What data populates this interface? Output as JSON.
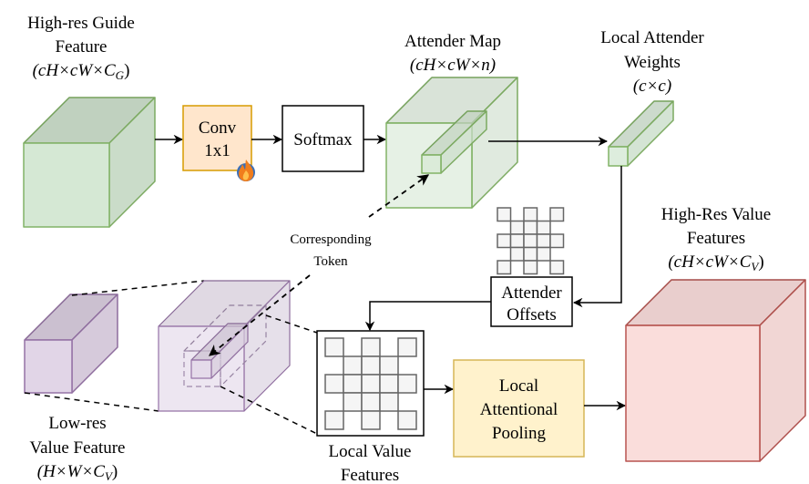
{
  "colors": {
    "green_fill": "#d5e8d4",
    "green_stroke": "#82b366",
    "orange_fill": "#ffe6cc",
    "orange_stroke": "#d79b00",
    "purple_fill": "#e1d5e7",
    "purple_stroke": "#9673a6",
    "yellow_fill": "#fff2cc",
    "yellow_stroke": "#d6b656",
    "red_fill": "#f8cecc",
    "red_stroke": "#b85450",
    "grid_fill": "#f5f5f5",
    "grid_stroke": "#666666"
  },
  "nodes": {
    "guide_feature": {
      "label_lines": [
        "High-res Guide",
        "Feature"
      ],
      "shape": [
        "cH",
        "cW",
        "C_G"
      ]
    },
    "conv": {
      "label_lines": [
        "Conv",
        "1x1"
      ],
      "icon": "flame-icon",
      "trainable": true
    },
    "softmax": {
      "label": "Softmax"
    },
    "attender_map": {
      "label_lines": [
        "Attender Map"
      ],
      "shape": [
        "cH",
        "cW",
        "n"
      ]
    },
    "local_attender_weights": {
      "label_lines": [
        "Local Attender",
        "Weights"
      ],
      "shape": [
        "c",
        "c"
      ]
    },
    "attender_offsets": {
      "label_lines": [
        "Attender",
        "Offsets"
      ]
    },
    "corresponding_token": {
      "label_lines": [
        "Corresponding",
        "Token"
      ]
    },
    "low_res_value": {
      "label_lines": [
        "Low-res",
        "Value Feature"
      ],
      "shape": [
        "H",
        "W",
        "C_V"
      ]
    },
    "local_value_features": {
      "label_lines": [
        "Local Value",
        "Features"
      ]
    },
    "local_attentional_pooling": {
      "label_lines": [
        "Local",
        "Attentional",
        "Pooling"
      ]
    },
    "high_res_value": {
      "label_lines": [
        "High-Res Value",
        "Features"
      ],
      "shape": [
        "cH",
        "cW",
        "C_V"
      ]
    }
  },
  "math_labels": {
    "guide": "(cH×cW×C",
    "guide_sub": "G",
    "attender_map": "(cH×cW×n)",
    "weights": "(c×c)",
    "low_res": "(H×W×C",
    "low_res_sub": "V",
    "high_res": "(cH×cW×C",
    "high_res_sub": "V",
    "close_paren": ")"
  },
  "offset_pattern": [
    [
      1,
      0,
      1,
      0,
      1
    ],
    [
      0,
      1,
      1,
      1,
      0
    ],
    [
      1,
      1,
      1,
      1,
      1
    ],
    [
      0,
      1,
      1,
      1,
      0
    ],
    [
      1,
      0,
      1,
      0,
      1
    ]
  ],
  "edges": [
    {
      "from": "guide_feature",
      "to": "conv"
    },
    {
      "from": "conv",
      "to": "softmax"
    },
    {
      "from": "softmax",
      "to": "attender_map"
    },
    {
      "from": "attender_map",
      "to": "local_attender_weights"
    },
    {
      "from": "local_attender_weights",
      "to": "attender_offsets"
    },
    {
      "from": "attender_offsets",
      "to": "local_value_features"
    },
    {
      "from": "local_value_features",
      "to": "local_attentional_pooling"
    },
    {
      "from": "local_attentional_pooling",
      "to": "high_res_value"
    },
    {
      "from": "corresponding_token",
      "to": "attender_map",
      "style": "dashed"
    },
    {
      "from": "corresponding_token",
      "to": "low_res_value",
      "style": "dashed"
    }
  ]
}
